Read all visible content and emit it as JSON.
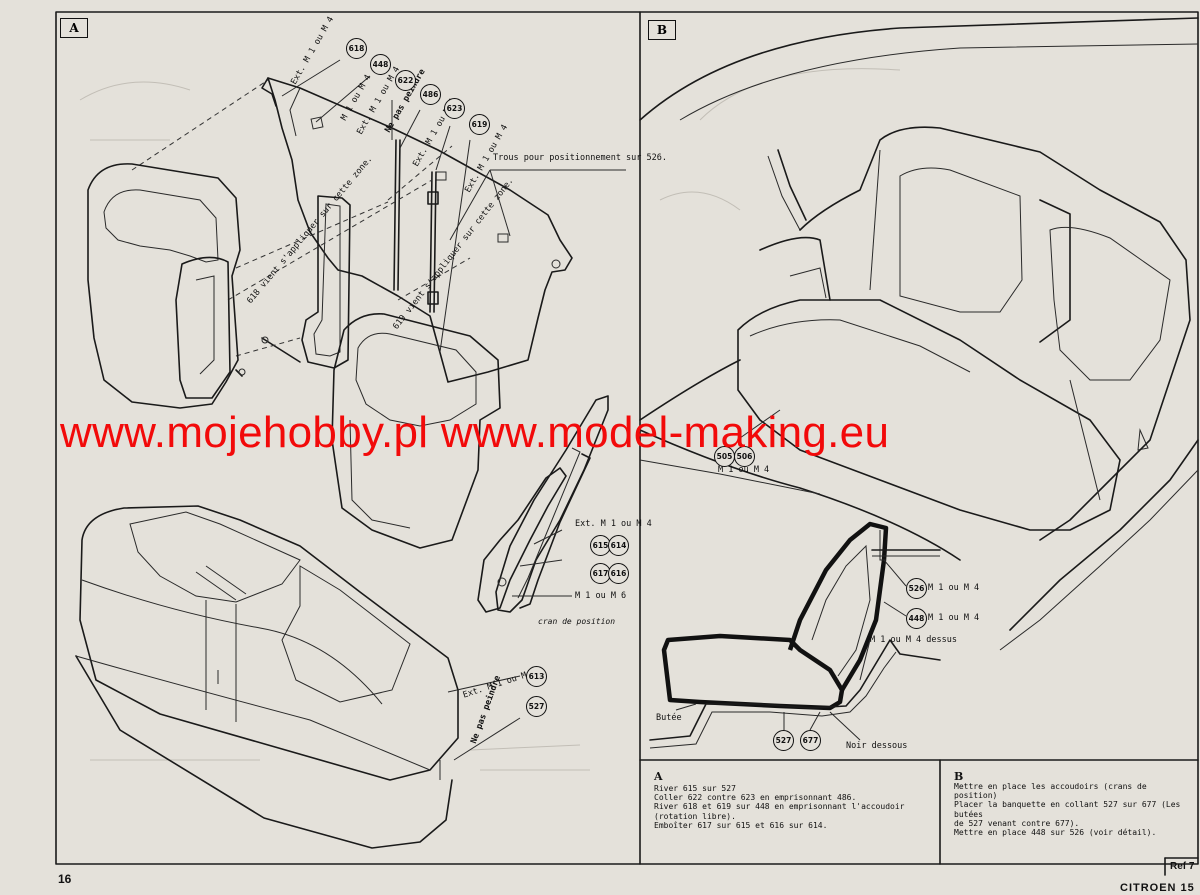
{
  "panel_a": {
    "letter": "A",
    "labels": {
      "ext_618": "Ext. M 1 ou M 4",
      "m_448": "M 1 ou M 4",
      "ext_622": "Ext. M 1 ou M 4",
      "ne_pas_peindre_486": "Ne pas peindre",
      "ext_623": "Ext. M 1 ou M 4",
      "ext_619": "Ext. M 1 ou M 4",
      "trous": "Trous pour positionnement sur 526.",
      "zone_618": "618 vient s'appliquer sur cette zone.",
      "zone_619": "619 vient s'appliquer sur cette zone.",
      "ext_615": "Ext. M 1 ou M 4",
      "m6_617": "M 1 ou M 6",
      "cran": "cran de position",
      "ext_613": "Ext. M 1 ou M4",
      "ne_pas_peindre_527": "Ne pas peindre"
    },
    "parts": [
      "618",
      "448",
      "622",
      "486",
      "623",
      "619",
      "615",
      "614",
      "617",
      "616",
      "613",
      "527"
    ]
  },
  "panel_b": {
    "letter": "B",
    "labels": {
      "m_505": "M 1 ou M 4",
      "m_526": "M 1 ou M 4",
      "m_448": "M 1 ou M 4",
      "dessus": "M 1 ou M 4 dessus",
      "butee": "Butée",
      "noir": "Noir dessous"
    },
    "parts": [
      "505",
      "506",
      "526",
      "448",
      "527",
      "677"
    ]
  },
  "instructions": {
    "a_letter": "A",
    "a_lines": [
      "River 615 sur 527",
      "Coller 622 contre 623 en emprisonnant 486.",
      "River 618 et 619 sur 448 en emprisonnant l'accoudoir",
      "(rotation libre).",
      "Emboîter 617 sur 615 et 616 sur 614."
    ],
    "b_letter": "B",
    "b_lines": [
      "Mettre en place les accoudoirs (crans de position)",
      "Placer la banquette en collant 527 sur 677 (Les butées",
      "de 527 venant contre 677).",
      "Mettre en place 448 sur 526 (voir détail)."
    ]
  },
  "watermark": "www.mojehobby.pl www.model-making.eu",
  "footer": {
    "page_number": "16",
    "ref": "Ref 7",
    "brand": "CITROEN 15"
  }
}
